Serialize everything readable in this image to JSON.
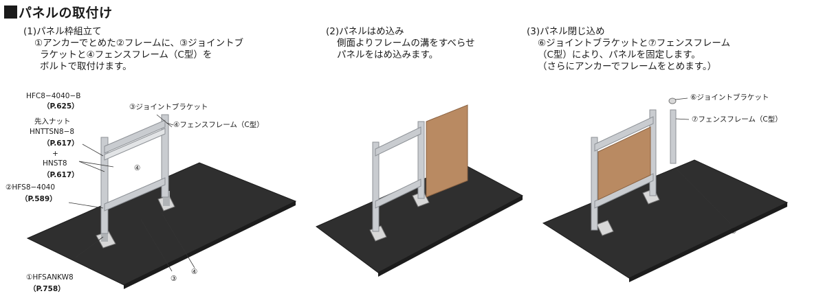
{
  "title": "パネルの取付け",
  "steps": [
    {
      "head": "(1)パネル枠組立て",
      "lines": [
        "①アンカーでとめた②フレームに、③ジョイントブ",
        "ラケットと④フェンスフレーム（C型）を",
        "ボルトで取付けます。"
      ]
    },
    {
      "head": "(2)パネルはめ込み",
      "lines": [
        "側面よりフレームの溝をすべらせ",
        "パネルをはめ込みます。"
      ]
    },
    {
      "head": "(3)パネル閉じ込め",
      "lines": [
        "⑥ジョイントブラケットと⑦フェンスフレーム",
        "（C型）により、パネルを固定します。",
        "（さらにアンカーでフレームをとめます。）"
      ]
    }
  ],
  "figure1": {
    "hfc": "HFC8−4040−B",
    "hfc_page": "（P.625）",
    "nut_a": "先入ナット",
    "nut_b": "HNTTSN8−8",
    "nut_page": "（P.617）",
    "plus": "+",
    "hnst": "HNST8",
    "hnst_page": "（P.617）",
    "hfs": "②HFS8−4040",
    "hfs_page": "（P.589）",
    "anchor": "①HFSANKW8",
    "anchor_page": "（P.758）",
    "joint": "③ジョイントブラケット",
    "fence": "④フェンスフレーム（C型）",
    "num3": "③",
    "num4": "④",
    "num4b": "④"
  },
  "figure3": {
    "joint6": "⑥ジョイントブラケット",
    "fence7": "⑦フェンスフレーム（C型）",
    "num6": "⑥"
  },
  "colors": {
    "floor": "#2f2f2f",
    "floor_edge": "#1c1c1c",
    "frame": "#c9ccd0",
    "frame_dark": "#8d9196",
    "panel": "#b98a62"
  }
}
